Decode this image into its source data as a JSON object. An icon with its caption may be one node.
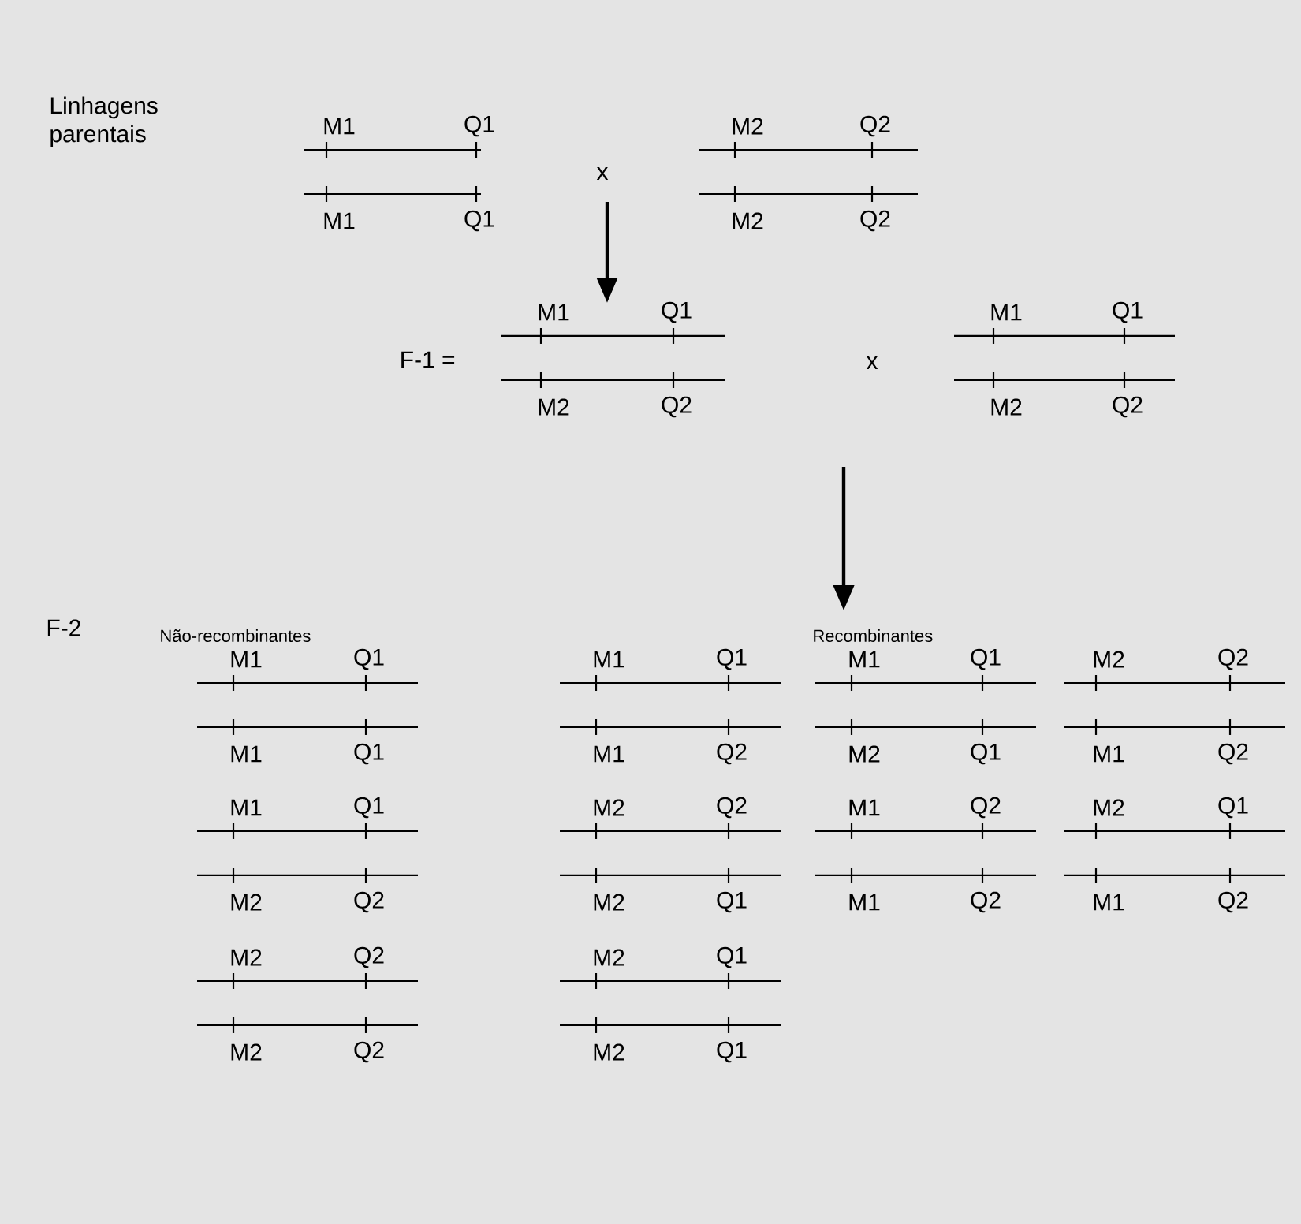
{
  "diagram": {
    "nodes": [
      {
        "text": [
          "M1",
          "Q1",
          "M1",
          "Q1"
        ]
      },
      {
        "text": [
          "M2",
          "Q2",
          "M2",
          "Q2"
        ]
      },
      {
        "text": [
          "M1",
          "Q1",
          "M2",
          "Q2"
        ]
      },
      {
        "text": [
          "M1",
          "Q1",
          "M2",
          "Q2"
        ]
      },
      {
        "text": [
          "M1",
          "Q1",
          "M1",
          "Q1"
        ]
      },
      {
        "text": [
          "M1",
          "Q1",
          "M1",
          "Q2"
        ]
      },
      {
        "text": [
          "M1",
          "Q1",
          "M2",
          "Q1"
        ]
      },
      {
        "text": [
          "M2",
          "Q2",
          "M1",
          "Q2"
        ]
      },
      {
        "text": [
          "M1",
          "Q1",
          "M2",
          "Q2"
        ]
      },
      {
        "text": [
          "M2",
          "Q2",
          "M2",
          "Q1"
        ]
      },
      {
        "text": [
          "M1",
          "Q2",
          "M1",
          "Q2"
        ]
      },
      {
        "text": [
          "M2",
          "Q1",
          "M1",
          "Q2"
        ]
      },
      {
        "text": [
          "M2",
          "Q2",
          "M2",
          "Q2"
        ]
      },
      {
        "text": [
          "M2",
          "Q1",
          "M2",
          "Q1"
        ]
      }
    ],
    "labels": [
      "Linhagens parentais",
      "x",
      "F-1 =",
      "x",
      "F-2",
      "Não-recombinantes",
      "Recombinantes"
    ]
  }
}
